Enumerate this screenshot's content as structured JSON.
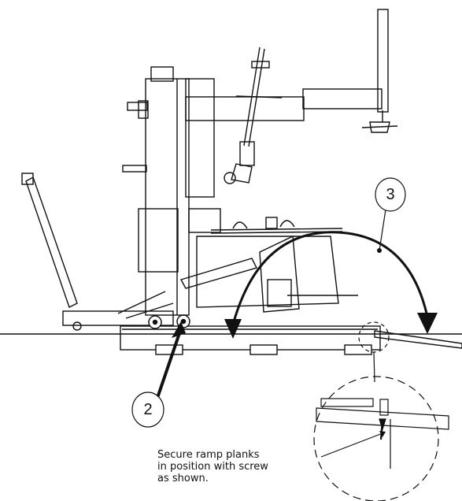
{
  "callouts": {
    "c2": "2",
    "c3": "3"
  },
  "note": {
    "lines": [
      "Secure ramp planks",
      "in position with screw",
      "as shown."
    ]
  },
  "colors": {
    "ink": "#111111",
    "background": "#ffffff"
  }
}
